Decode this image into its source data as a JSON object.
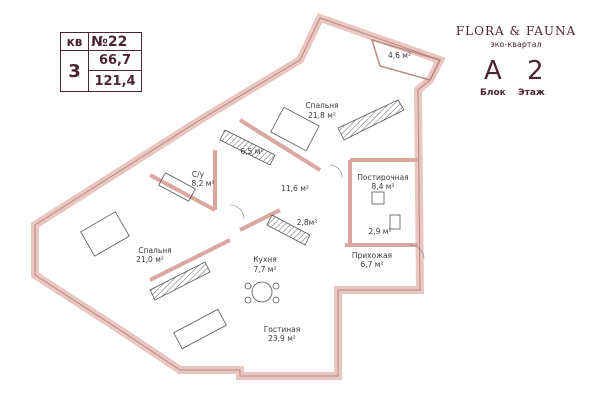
{
  "apartment": {
    "kv_label": "кв",
    "number": "№22",
    "rooms": "3",
    "living_area": "66,7",
    "total_area": "121,4"
  },
  "brand": {
    "name": "FLORA & FAUNA",
    "subtitle": "эко-квартал"
  },
  "location": {
    "block": "А",
    "block_label": "Блок",
    "floor": "2",
    "floor_label": "Этаж"
  },
  "rooms": [
    {
      "name": "",
      "area": "4,6 м²"
    },
    {
      "name": "Спальня",
      "area": "21,8 м²"
    },
    {
      "name": "",
      "area": "6,5 м²"
    },
    {
      "name": "С/у",
      "area": "8,2 м²"
    },
    {
      "name": "",
      "area": "11,6 м²"
    },
    {
      "name": "Постирочная",
      "area": "8,4 м²"
    },
    {
      "name": "",
      "area": "2,8м²"
    },
    {
      "name": "",
      "area": "2,9 м²"
    },
    {
      "name": "Спальня",
      "area": "21,0 м²"
    },
    {
      "name": "Кухня",
      "area": "7,7 м²"
    },
    {
      "name": "Прихожая",
      "area": "6,7 м²"
    },
    {
      "name": "Гостиная",
      "area": "23,9 м²"
    }
  ],
  "colors": {
    "wall_fill": "#e9c6bf",
    "wall_stroke": "#b98a83",
    "text": "#4b2630",
    "hatch": "#555555"
  }
}
